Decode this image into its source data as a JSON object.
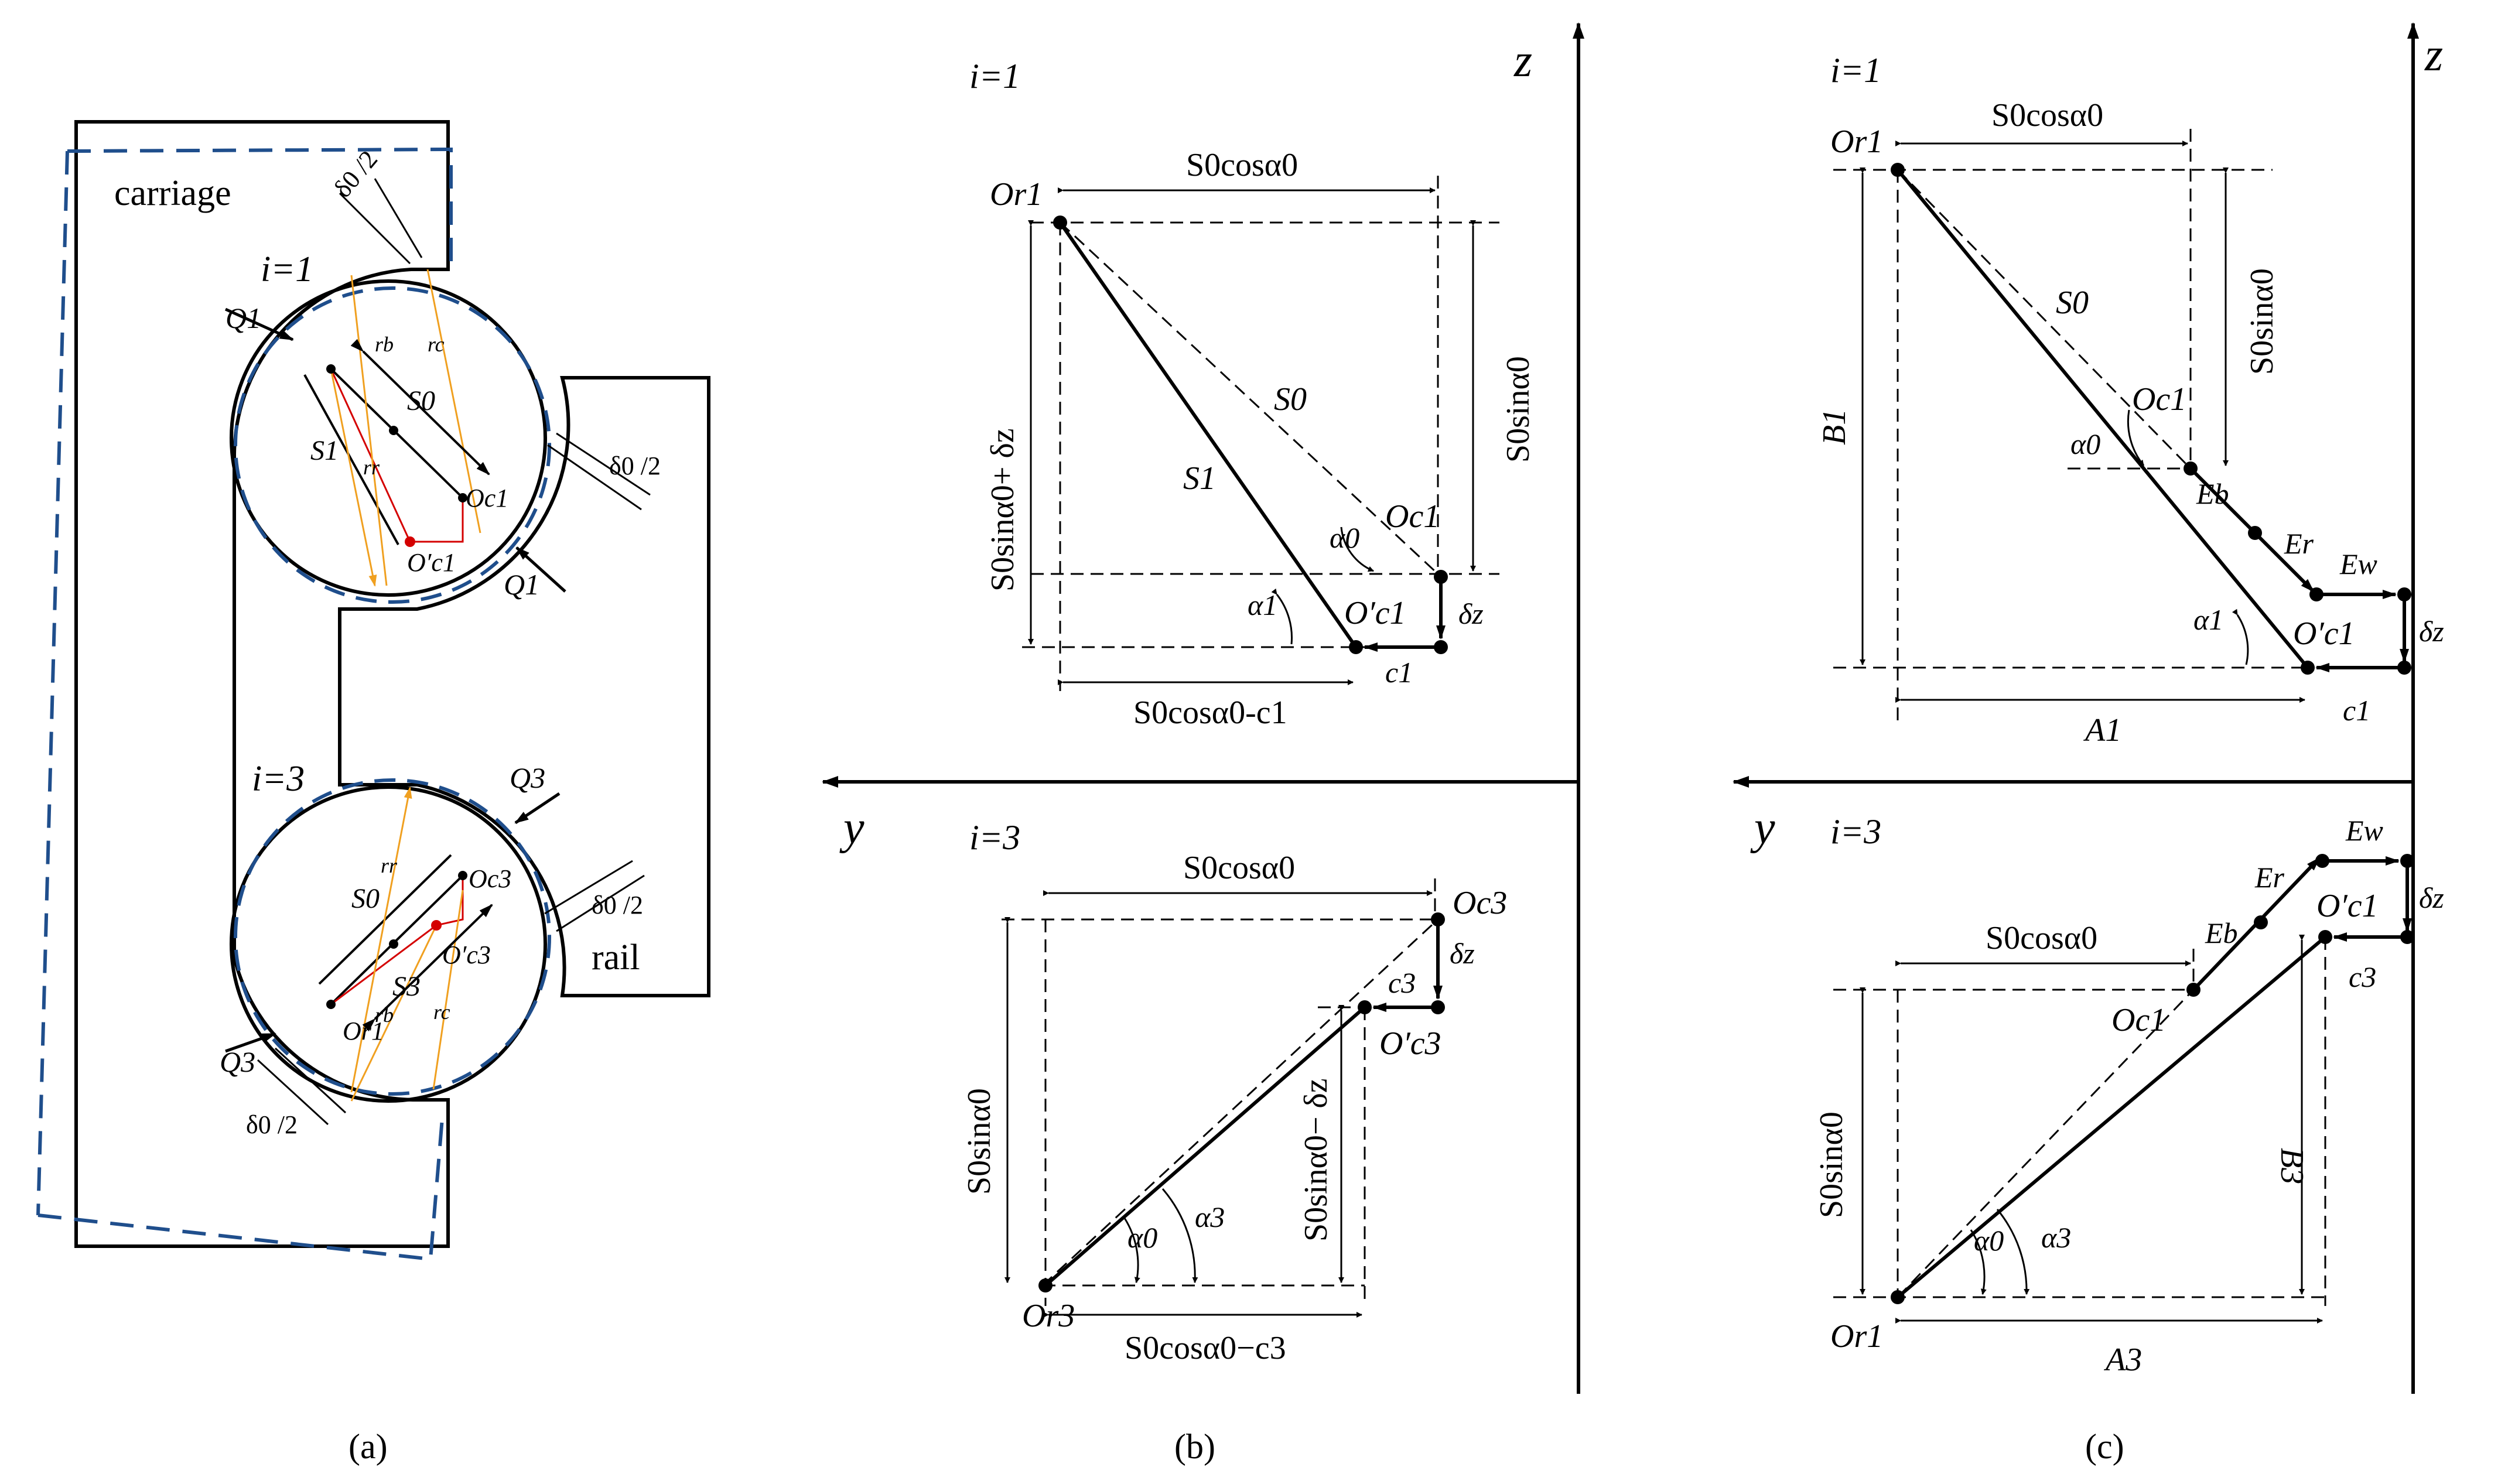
{
  "captions": {
    "a": "(a)",
    "b": "(b)",
    "c": "(c)"
  },
  "panel_a": {
    "carriage": "carriage",
    "rail": "rail",
    "i1": "i=1",
    "i3": "i=3",
    "Q1": "Q1",
    "Q3": "Q3",
    "delta_half": "δ0 /2",
    "S0": "S0",
    "S1": "S1",
    "S3": "S3",
    "rb": "rb",
    "rc": "rc",
    "rr": "rr",
    "Oc1": "Oc1",
    "Oc3": "Oc3",
    "Or1": "Or1",
    "Oc1p": "O′c1",
    "Oc3p": "O′c3"
  },
  "panel_b": {
    "z": "z",
    "y": "y",
    "i1": "i=1",
    "i3": "i=3",
    "Or1": "Or1",
    "Or3": "Or3",
    "Oc1": "Oc1",
    "Oc3": "Oc3",
    "Oc1p": "O′c1",
    "Oc3p": "O′c3",
    "S0": "S0",
    "S1": "S1",
    "S0cos": "S0cosα0",
    "S0sin": "S0sinα0",
    "S0sin_plus": "S0sinα0+ δz",
    "S0sin_minus": "S0sinα0− δz",
    "S0cos_c1": "S0cosα0-c1",
    "S0cos_c3": "S0cosα0−c3",
    "a0": "α0",
    "a1": "α1",
    "a3": "α3",
    "c1": "c1",
    "c3": "c3",
    "dz": "δz"
  },
  "panel_c": {
    "z": "z",
    "y": "y",
    "i1": "i=1",
    "i3": "i=3",
    "Or1": "Or1",
    "Oc1": "Oc1",
    "Oc1p": "O′c1",
    "S0": "S0",
    "S0cos": "S0cosα0",
    "S0sin": "S0sinα0",
    "B1": "B1",
    "B3": "B3",
    "A1": "A1",
    "A3": "A3",
    "Eb": "Eb",
    "Er": "Er",
    "Ew": "Ew",
    "a0": "α0",
    "a1": "α1",
    "a3": "α3",
    "c1": "c1",
    "c3": "c3",
    "dz": "δz"
  },
  "colors": {
    "line": "#000000",
    "dashed_blue": "#1f4e8c",
    "red": "#d40000",
    "orange": "#f0a020"
  }
}
